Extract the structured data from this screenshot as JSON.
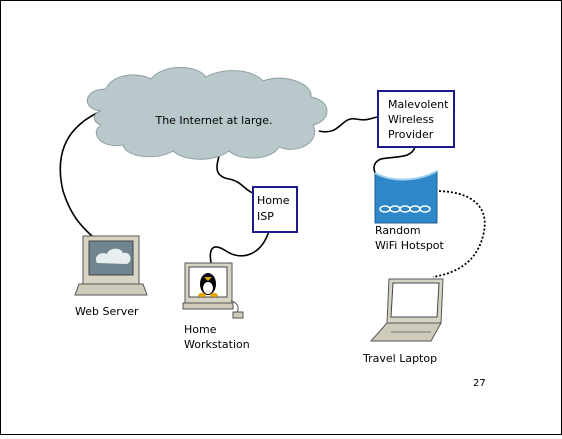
{
  "diagram": {
    "cloud_label": "The Internet at large.",
    "home_isp": {
      "line1": "Home",
      "line2": "ISP"
    },
    "malevolent_provider": {
      "line1": "Malevolent",
      "line2": "Wireless",
      "line3": "Provider"
    },
    "hotspot": {
      "line1": "Random",
      "line2": "WiFi Hotspot"
    },
    "web_server": {
      "label": "Web Server"
    },
    "home_workstation": {
      "line1": "Home",
      "line2": "Workstation"
    },
    "travel_laptop": {
      "label": "Travel Laptop"
    },
    "page_number": "27"
  },
  "colors": {
    "cloud": "#b9c9cb",
    "box_border": "#1a1a8c",
    "hotspot_blue": "#2f86c8",
    "device_beige": "#d8d4c4",
    "screen_gray": "#6f8591"
  }
}
